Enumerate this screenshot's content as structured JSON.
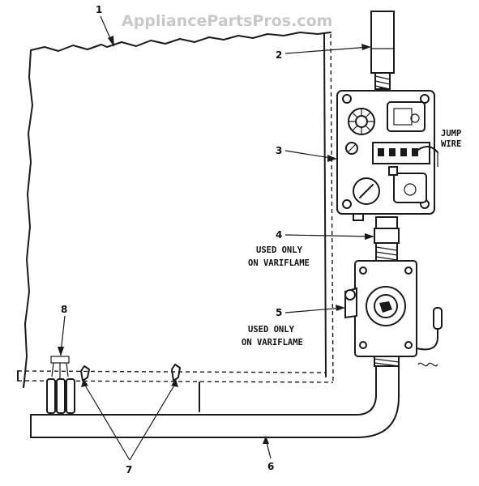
{
  "watermark": "AppliancePartsPros.com",
  "callouts": {
    "c1": "1",
    "c2": "2",
    "c3": "3",
    "c4": "4",
    "c5": "5",
    "c6": "6",
    "c7": "7",
    "c8": "8"
  },
  "notes": {
    "jump_wire_line1": "JUMP",
    "jump_wire_line2": "WIRE",
    "variflame_a_line1": "USED ONLY",
    "variflame_a_line2": "ON VARIFLAME",
    "variflame_b_line1": "USED ONLY",
    "variflame_b_line2": "ON VARIFLAME"
  }
}
